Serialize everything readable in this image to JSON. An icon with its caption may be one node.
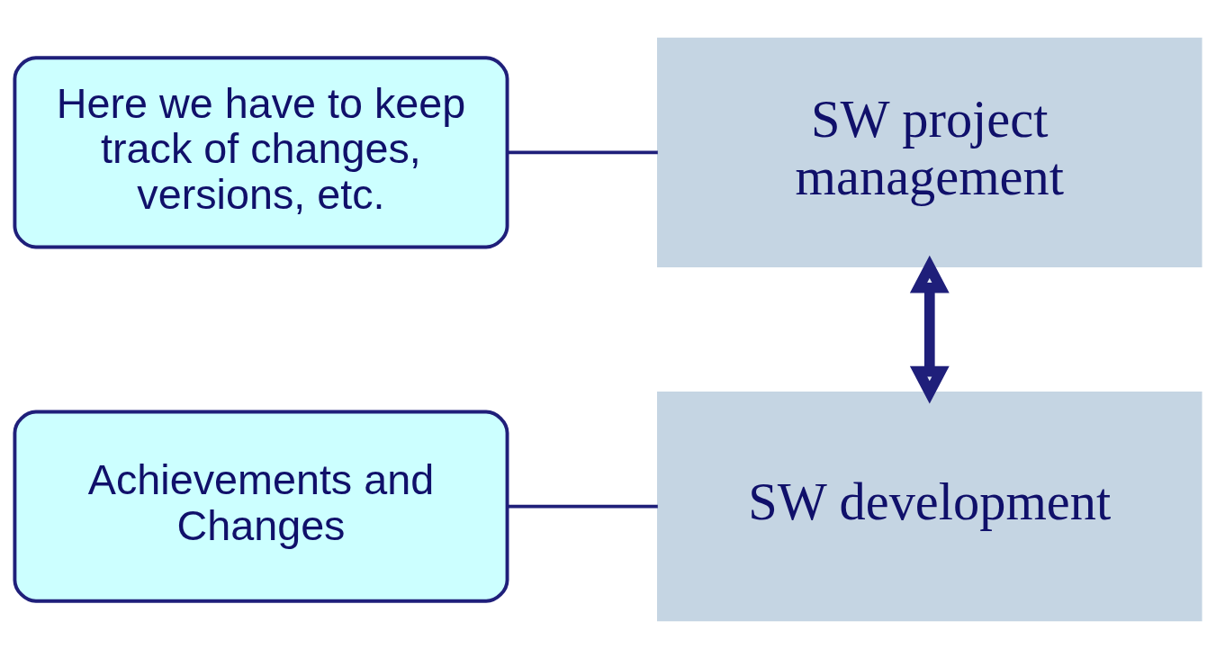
{
  "diagram": {
    "nodes": [
      {
        "text": [
          "SW project management"
        ]
      },
      {
        "text": [
          "SW development"
        ]
      },
      {
        "text": [
          "Here we have to keep track of changes, versions, etc."
        ]
      },
      {
        "text": [
          "Achievements and Changes"
        ]
      }
    ],
    "edges": [
      {
        "from": 0,
        "to": 1,
        "arrow": "both",
        "style": "thick"
      },
      {
        "from": 2,
        "to": 0,
        "arrow": "none"
      },
      {
        "from": 3,
        "to": 1,
        "arrow": "none"
      }
    ]
  }
}
